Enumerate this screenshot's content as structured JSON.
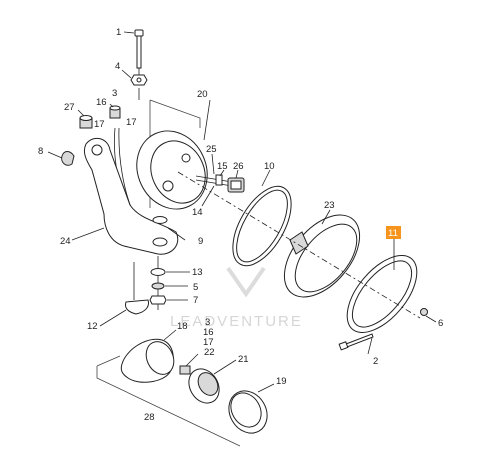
{
  "diagram": {
    "watermark": "LEADVENTURE",
    "highlighted_callout": "11",
    "callouts": {
      "c1": "1",
      "c2": "2",
      "c3a": "3",
      "c3b": "3",
      "c4": "4",
      "c5": "5",
      "c6": "6",
      "c7": "7",
      "c8": "8",
      "c9": "9",
      "c10": "10",
      "c12": "12",
      "c13": "13",
      "c14": "14",
      "c15": "15",
      "c16a": "16",
      "c16b": "16",
      "c17a": "17",
      "c17b": "17",
      "c17c": "17",
      "c18": "18",
      "c19": "19",
      "c20": "20",
      "c21": "21",
      "c22": "22",
      "c23": "23",
      "c24": "24",
      "c25": "25",
      "c26": "26",
      "c27": "27",
      "c28": "28"
    }
  }
}
